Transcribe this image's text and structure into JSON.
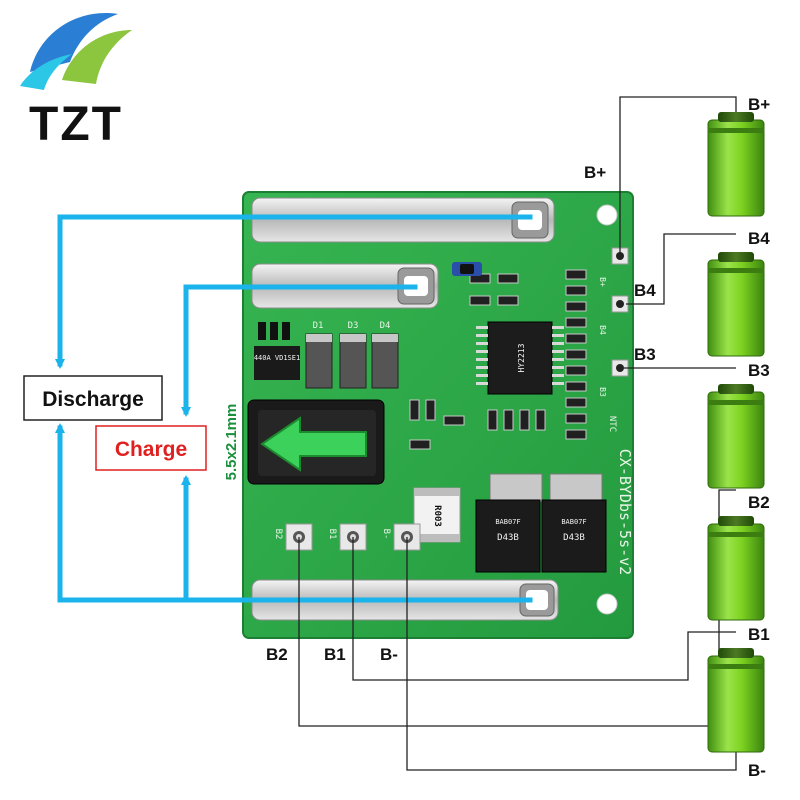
{
  "logo": {
    "text": "TZT",
    "colors": [
      "#2a7fd4",
      "#2cc6e6",
      "#8cc63f",
      "#e8e020"
    ]
  },
  "board": {
    "model": "CX-BYDbs-5s-v2",
    "chip_text": "HY2213",
    "resistor_text": "R003",
    "mosfet_left": "D43B",
    "mosfet_right": "D43B",
    "mosfet_sub": "BAB07F",
    "ntc": "NTC",
    "small_chip": "440A VD1SE1",
    "silk_d1": "D1",
    "silk_d3": "D3",
    "silk_d4": "D4",
    "silk_bplus": "B+",
    "silk_b4": "B4",
    "silk_b3": "B3",
    "silk_b2": "B2",
    "silk_b1": "B1",
    "silk_bminus": "B-"
  },
  "labels": {
    "discharge": "Discharge",
    "charge": "Charge",
    "jack_size": "5.5x2.1mm",
    "board_bplus": "B+",
    "board_b4": "B4",
    "board_b3": "B3",
    "bottom_b2": "B2",
    "bottom_b1": "B1",
    "bottom_bminus": "B-"
  },
  "battery_labels": [
    "B+",
    "B4",
    "B3",
    "B2",
    "B1",
    "B-"
  ],
  "batteries": [
    1,
    2,
    3,
    4,
    5
  ],
  "colors": {
    "flow": "#1ab3ec",
    "charge_text": "#e02020",
    "pcb": "#2fa84a",
    "battery": "#7ed321",
    "jack_text": "#1a8f3c"
  }
}
